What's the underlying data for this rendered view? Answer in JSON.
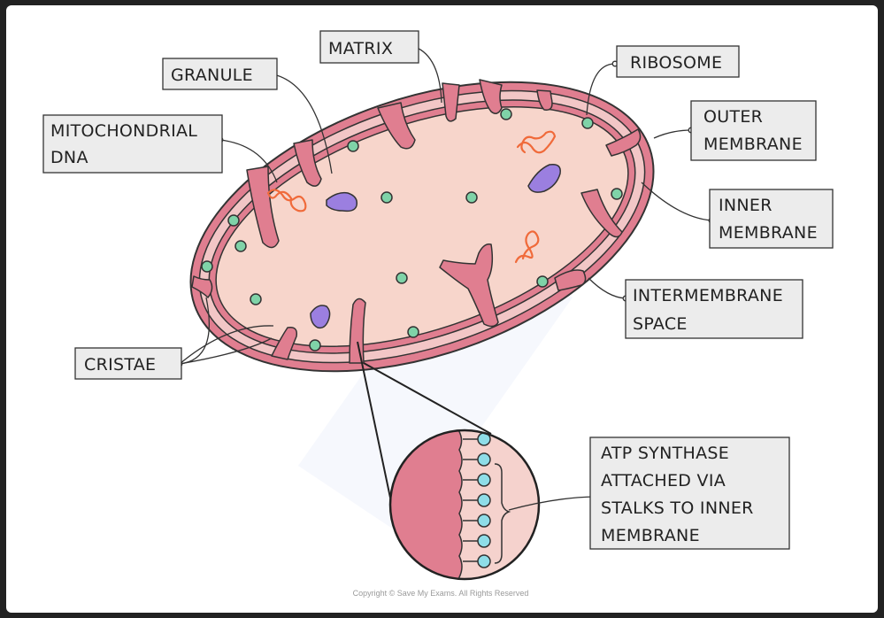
{
  "labels": {
    "matrix": [
      "MATRIX"
    ],
    "granule": [
      "GRANULE"
    ],
    "ribosome": [
      "RIBOSOME"
    ],
    "mito_dna": [
      "MITOCHONDRIAL",
      "DNA"
    ],
    "outer_membrane": [
      "OUTER",
      "MEMBRANE"
    ],
    "inner_membrane": [
      "INNER",
      "MEMBRANE"
    ],
    "intermembrane_space": [
      "INTERMEMBRANE",
      "SPACE"
    ],
    "cristae": [
      "CRISTAE"
    ],
    "atp_synthase": [
      "ATP SYNTHASE",
      "ATTACHED VIA",
      "STALKS TO INNER",
      "MEMBRANE"
    ]
  },
  "copyright": "Copyright © Save My Exams. All Rights Reserved",
  "colors": {
    "outer_membrane": "#e07e90",
    "intermembrane": "#f5d2cd",
    "matrix": "#f7d5cb",
    "ribosome": "#7fd3a8",
    "granule": "#9b7fe0",
    "dna": "#f06a3a",
    "atp_head": "#8edde8",
    "label_box": "#ececec"
  }
}
